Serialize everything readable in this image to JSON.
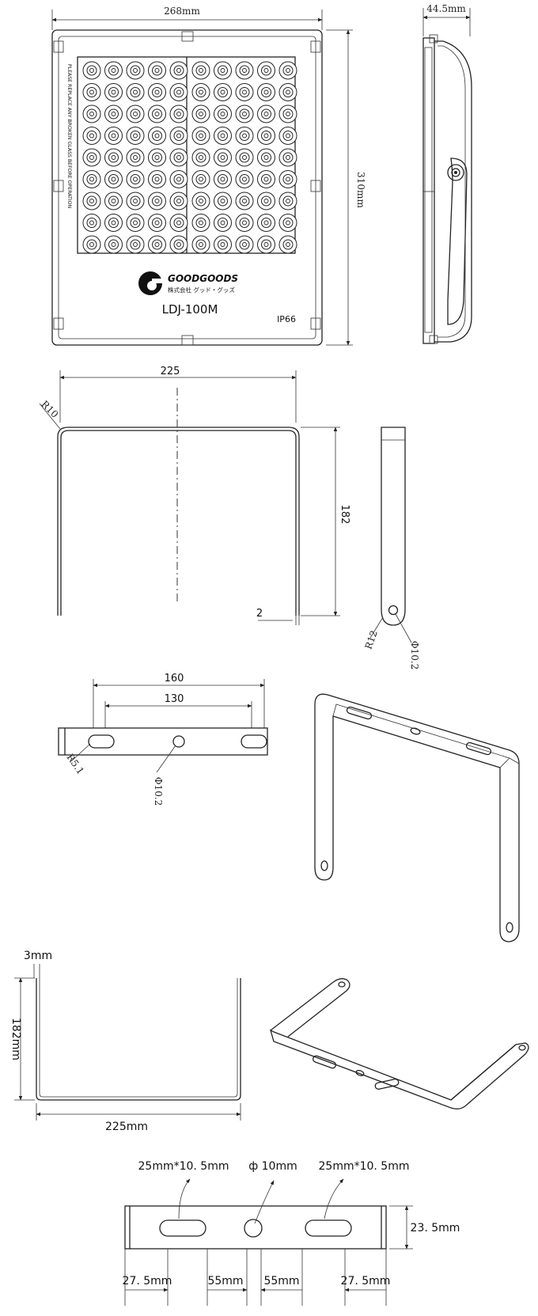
{
  "view1": {
    "width_label": "268mm",
    "height_label": "310mm",
    "depth_label": "44.5mm",
    "brand_name": "GOODGOODS",
    "brand_sub": "株式会社 グッド・グッズ",
    "model": "LDJ-100M",
    "ip_rating": "IP66",
    "warning": "PLEASE REPLACE ANY BROKEN GLASS BEFORE OPERATION"
  },
  "view2": {
    "width_label": "225",
    "height_label": "182",
    "radius_label": "R10",
    "thickness_label": "2",
    "side_radius_label": "R12",
    "hole_label": "Φ10.2"
  },
  "view3": {
    "outer_label": "160",
    "inner_label": "130",
    "slot_radius_label": "R5.1",
    "hole_label": "Φ10.2"
  },
  "view4": {
    "thickness_label": "3mm",
    "height_label": "182mm",
    "width_label": "225mm"
  },
  "view5": {
    "slot_left_label": "25mm*10. 5mm",
    "hole_label": "ф 10mm",
    "slot_right_label": "25mm*10. 5mm",
    "height_label": "23. 5mm",
    "dim_a": "27. 5mm",
    "dim_b": "55mm",
    "dim_c": "55mm",
    "dim_d": "27. 5mm"
  }
}
